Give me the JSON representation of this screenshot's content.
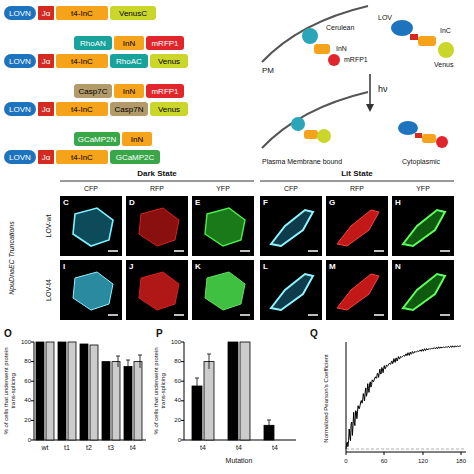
{
  "diagram": {
    "nodes": [
      {
        "text": [
          "LOVN"
        ]
      },
      {
        "text": [
          "Jα"
        ]
      },
      {
        "text": [
          "t4-InC"
        ]
      },
      {
        "text": [
          "VenusC"
        ]
      },
      {
        "text": [
          "RhoAN"
        ]
      },
      {
        "text": [
          "InN"
        ]
      },
      {
        "text": [
          "mRFP1"
        ]
      },
      {
        "text": [
          "LOVN"
        ]
      },
      {
        "text": [
          "Jα"
        ]
      },
      {
        "text": [
          "t4-InC"
        ]
      },
      {
        "text": [
          "RhoAC"
        ]
      },
      {
        "text": [
          "Venus"
        ]
      },
      {
        "text": [
          "Casp7C"
        ]
      },
      {
        "text": [
          "InN"
        ]
      },
      {
        "text": [
          "mRFP1"
        ]
      },
      {
        "text": [
          "LOVN"
        ]
      },
      {
        "text": [
          "Jα"
        ]
      },
      {
        "text": [
          "t4-InC"
        ]
      },
      {
        "text": [
          "Casp7N"
        ]
      },
      {
        "text": [
          "Venus"
        ]
      },
      {
        "text": [
          "GCaMP2N"
        ]
      },
      {
        "text": [
          "InN"
        ]
      },
      {
        "text": [
          "LOVN"
        ]
      },
      {
        "text": [
          "Jα"
        ]
      },
      {
        "text": [
          "t4-InC"
        ]
      },
      {
        "text": [
          "GCaMP2C"
        ]
      }
    ],
    "labels": [
      "PM",
      "Cerulean",
      "InN",
      "mRFP1",
      "LOV",
      "InC",
      "Venus",
      "hν",
      "Plasma Membrane bound",
      "Cytoplasmic",
      "Dark State",
      "Lit State",
      "CFP",
      "RFP",
      "YFP",
      "CFP",
      "RFP",
      "YFP",
      "C",
      "D",
      "E",
      "F",
      "G",
      "H",
      "I",
      "J",
      "K",
      "L",
      "M",
      "N",
      "NpuDnaEC Truncations",
      "LOV-wt",
      "LOV-t4",
      "O",
      "% of cells that underwent protein trans-splicing",
      "100",
      "80",
      "60",
      "40",
      "20",
      "0",
      "wt",
      "t1",
      "t2",
      "t3",
      "t4",
      "P",
      "% of cells that underwent protein trans-splicing",
      "100",
      "80",
      "60",
      "40",
      "20",
      "0",
      "t4",
      "t4",
      "t4",
      "Mutation",
      "Q",
      "Normalized Pearson's Coefficient",
      "0",
      "60",
      "120",
      "180"
    ]
  }
}
